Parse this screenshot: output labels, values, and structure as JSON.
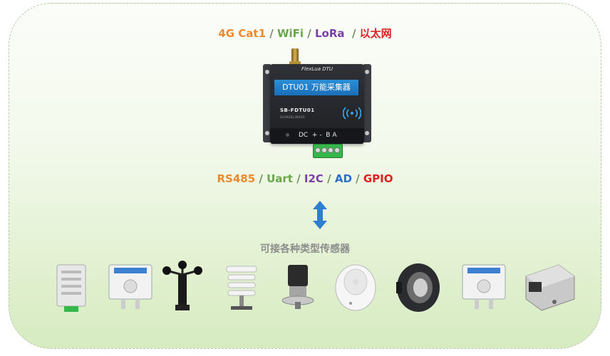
{
  "interfaces_top": {
    "cat1": "4G Cat1",
    "sep1": " / ",
    "wifi": "WiFi",
    "sep2": " / ",
    "lora": "LoRa",
    "sep3": "  / ",
    "ethernet": "以太网"
  },
  "device": {
    "brand": "FlexLua DTU",
    "label": "DTU01 万能采集器",
    "model": "SB-FDTU01",
    "maker": "SHINEBLINKER",
    "terminal_label": "DC  + -  B A"
  },
  "interfaces_bottom": {
    "rs485": "RS485",
    "sep1": " / ",
    "uart": "Uart",
    "sep2": " / ",
    "i2c": "I2C",
    "sep3": " / ",
    "ad": "AD",
    "sep4": " / ",
    "gpio": "GPIO"
  },
  "caption": "可接各种类型传感器",
  "colors": {
    "orange": "#ee8a2e",
    "green": "#68a84a",
    "purple": "#7b3fa8",
    "red": "#e02020",
    "blue": "#2c6fc4",
    "arrow": "#2f7fd0"
  },
  "sensor_icons": [
    "temperature-humidity-sensor-icon",
    "co2-sensor-icon",
    "anemometer-icon",
    "louver-box-sensor-icon",
    "water-level-sensor-icon",
    "smoke-detector-icon",
    "light-sensor-icon",
    "multi-function-sensor-icon",
    "camera-box-sensor-icon"
  ]
}
